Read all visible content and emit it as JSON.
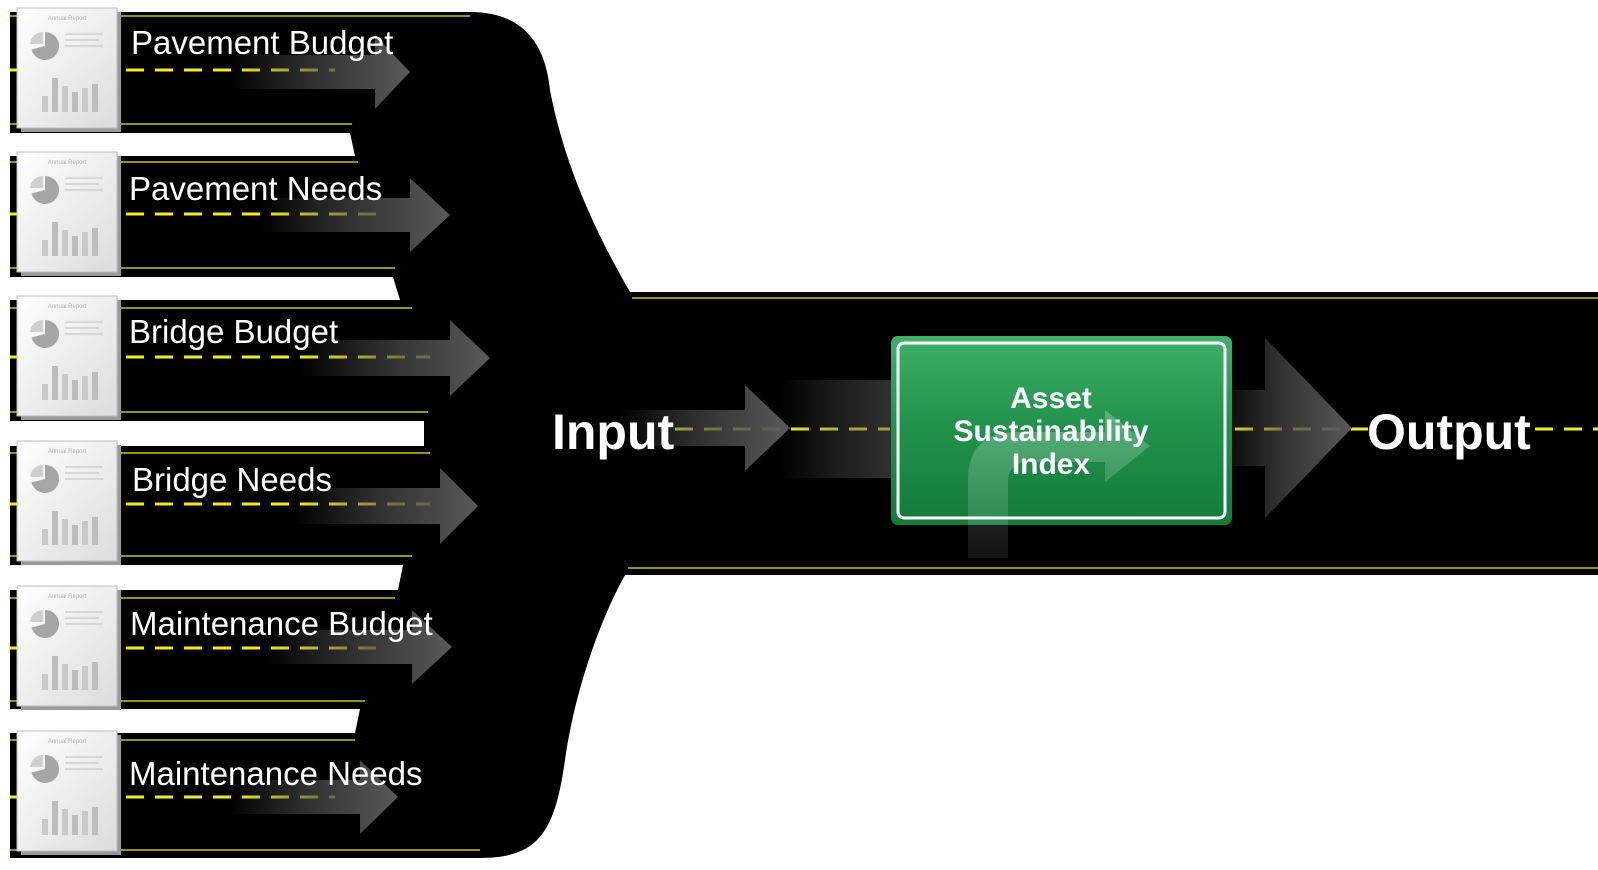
{
  "inputs": [
    {
      "label": "Pavement Budget"
    },
    {
      "label": "Pavement Needs"
    },
    {
      "label": "Bridge Budget"
    },
    {
      "label": "Bridge Needs"
    },
    {
      "label": "Maintenance Budget"
    },
    {
      "label": "Maintenance Needs"
    }
  ],
  "input_label": "Input",
  "output_label": "Output",
  "sign": {
    "line1": "Asset",
    "line2": "Sustainability",
    "line3": "Index"
  },
  "colors": {
    "road": "#000000",
    "lane_marking": "#f2ec1c",
    "sign_green": "#1e8c47",
    "sign_border": "#ffffff",
    "label_text": "#ffffff"
  }
}
